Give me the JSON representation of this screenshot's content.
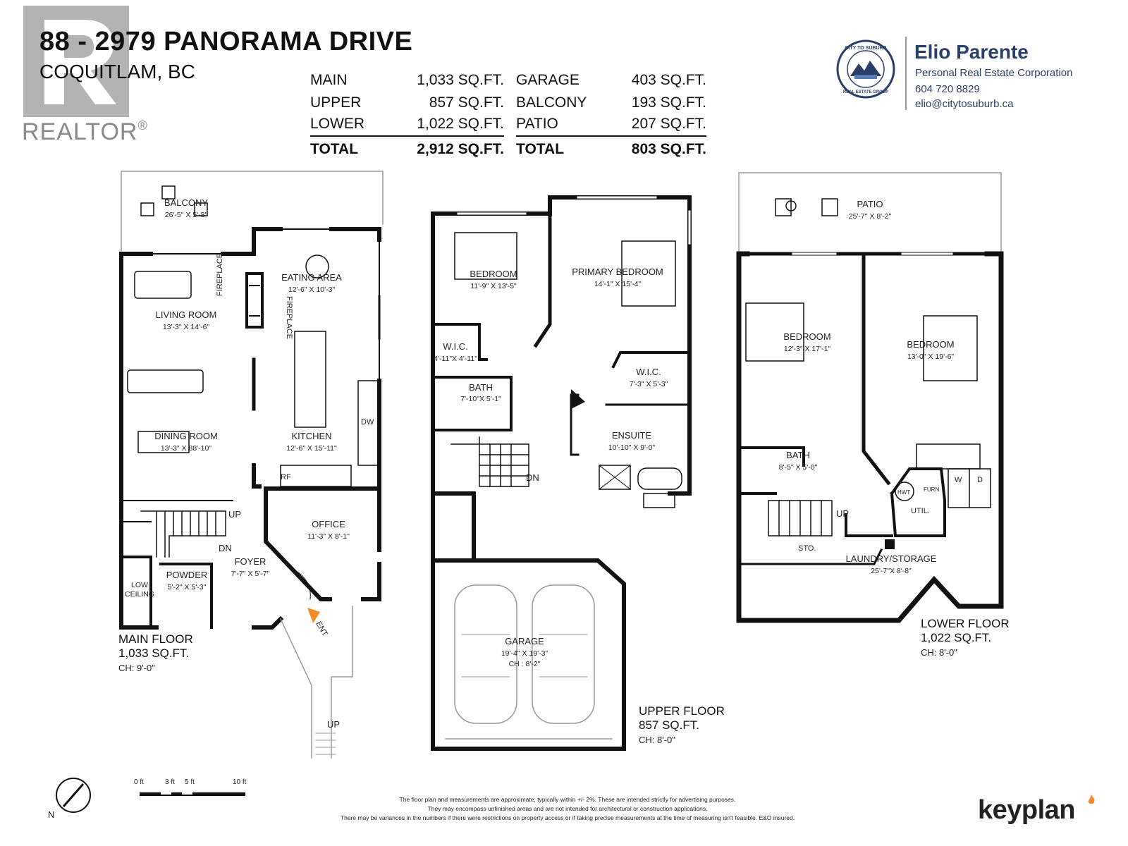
{
  "header": {
    "title": "88 - 2979 PANORAMA DRIVE",
    "subtitle": "COQUITLAM, BC"
  },
  "area_table": {
    "left": [
      {
        "label": "MAIN",
        "value": "1,033 SQ.FT."
      },
      {
        "label": "UPPER",
        "value": "857 SQ.FT."
      },
      {
        "label": "LOWER",
        "value": "1,022 SQ.FT."
      }
    ],
    "left_total": {
      "label": "TOTAL",
      "value": "2,912 SQ.FT."
    },
    "right": [
      {
        "label": "GARAGE",
        "value": "403 SQ.FT."
      },
      {
        "label": "BALCONY",
        "value": "193 SQ.FT."
      },
      {
        "label": "PATIO",
        "value": "207 SQ.FT."
      }
    ],
    "right_total": {
      "label": "TOTAL",
      "value": "803 SQ.FT."
    }
  },
  "watermark": {
    "text": "REALTOR",
    "mark": "®"
  },
  "agent": {
    "name": "Elio Parente",
    "company": "Personal Real Estate Corporation",
    "phone": "604 720 8829",
    "email": "elio@citytosuburb.ca",
    "logo_text_top": "CITY TO SUBURB",
    "logo_text_bottom": "REAL ESTATE GROUP"
  },
  "floors": {
    "main": {
      "label": "MAIN FLOOR",
      "area": "1,033 SQ.FT.",
      "ceiling": "CH: 9'-0\""
    },
    "upper": {
      "label": "UPPER FLOOR",
      "area": "857 SQ.FT.",
      "ceiling": "CH: 8'-0\""
    },
    "lower": {
      "label": "LOWER FLOOR",
      "area": "1,022 SQ.FT.",
      "ceiling": "CH: 8'-0\""
    }
  },
  "rooms": {
    "balcony": {
      "name": "BALCONY",
      "dims": "26'-5\" X 5'-8\""
    },
    "eating": {
      "name": "EATING AREA",
      "dims": "12'-6\" X 10'-3\""
    },
    "living": {
      "name": "LIVING ROOM",
      "dims": "13'-3\" X 14'-6\""
    },
    "dining": {
      "name": "DINING ROOM",
      "dims": "13'-3\" X 88'-10\""
    },
    "kitchen": {
      "name": "KITCHEN",
      "dims": "12'-6\" X 15'-11\""
    },
    "office": {
      "name": "OFFICE",
      "dims": "11'-3\" X 8'-1\""
    },
    "foyer": {
      "name": "FOYER",
      "dims": "7'-7\" X 5'-7\""
    },
    "powder": {
      "name": "POWDER",
      "dims": "5'-2\" X 5'-3\""
    },
    "low_ceiling_1": "LOW",
    "low_ceiling_2": "CEILING",
    "fireplace": "FIREPLACE",
    "rf": "RF",
    "dw": "DW",
    "up": "UP",
    "dn": "DN",
    "ent": "ENT",
    "bedroom_upper": {
      "name": "BEDROOM",
      "dims": "11'-9\" X 13'-5\""
    },
    "primary": {
      "name": "PRIMARY BEDROOM",
      "dims": "14'-1\" X 15'-4\""
    },
    "wic_upper_1": {
      "name": "W.I.C.",
      "dims": "4'-11\"X 4'-11\""
    },
    "bath_upper": {
      "name": "BATH",
      "dims": "7'-10\"X 5'-1\""
    },
    "wic_upper_2": {
      "name": "W.I.C.",
      "dims": "7'-3\" X 5'-3\""
    },
    "ensuite": {
      "name": "ENSUITE",
      "dims": "10'-10\" X 9'-0\""
    },
    "garage": {
      "name": "GARAGE",
      "dims": "19'-4\" X 19'-3\"",
      "ceiling": "CH : 8'-2\""
    },
    "patio": {
      "name": "PATIO",
      "dims": "25'-7\" X 8'-2\""
    },
    "bedroom_lower_1": {
      "name": "BEDROOM",
      "dims": "12'-3\" X 17'-1\""
    },
    "bedroom_lower_2": {
      "name": "BEDROOM",
      "dims": "13'-0\" X 19'-6\""
    },
    "bath_lower": {
      "name": "BATH",
      "dims": "8'-5\" X 5'-0\""
    },
    "laundry": {
      "name": "LAUNDRY/STORAGE",
      "dims": "25'-7\"X 8'-8\""
    },
    "util": "UTIL.",
    "sto": "STO.",
    "hwt": "HWT",
    "furn": "FURN",
    "w": "W",
    "d": "D"
  },
  "scale": {
    "t0": "0 ft",
    "t3": "3 ft",
    "t5": "5 ft",
    "t10": "10 ft",
    "north": "N"
  },
  "disclaimer": {
    "line1": "The floor plan and measurements are approximate, typically within +/- 2%. These are intended strictly for advertising purposes.",
    "line2": "They may encompass unfinished areas and are not intended for architectural or construction applications.",
    "line3": "There may be variances in the numbers if there were restrictions on property access or if taking precise measurements at the time of measuring isn't feasible. E&O insured."
  },
  "brand": {
    "name": "keyplan",
    "accent": "#f28c28"
  },
  "colors": {
    "wall": "#111111",
    "agent": "#2b3e68",
    "watermark": "#8a8a8a"
  }
}
